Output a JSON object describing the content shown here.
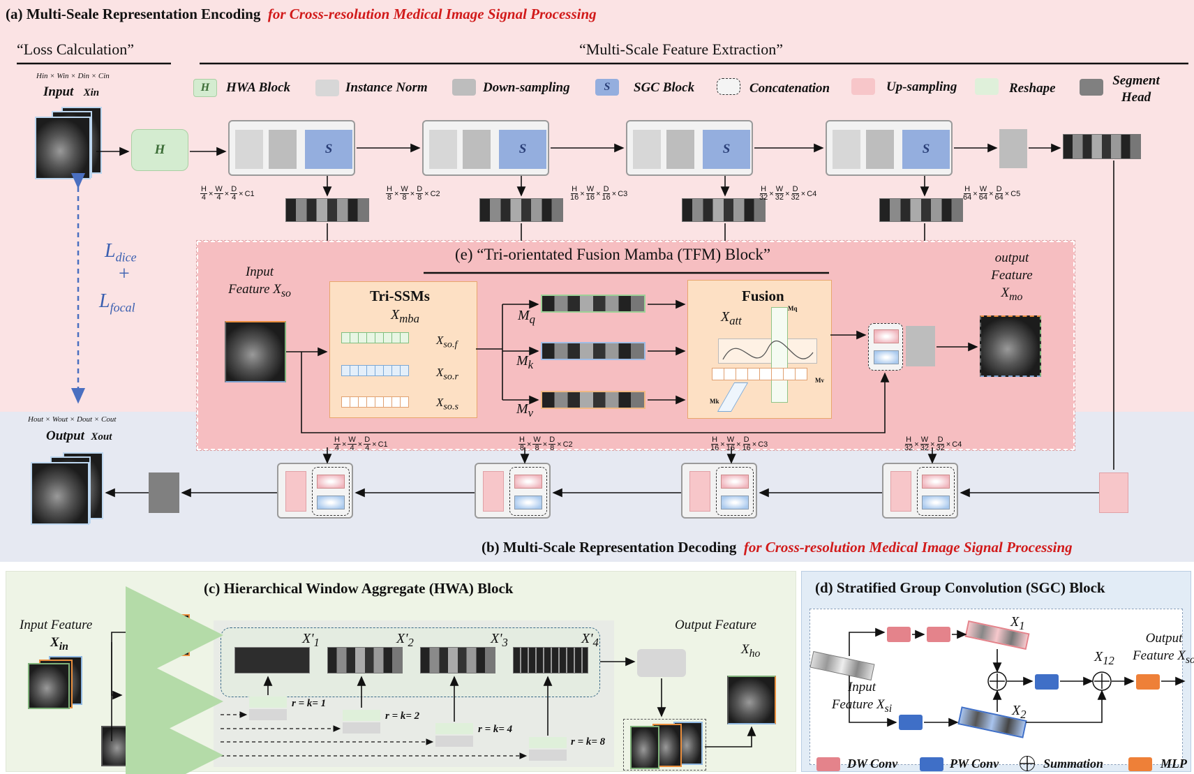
{
  "panel_a": {
    "title": "(a) Multi-Seale Representation Encoding",
    "subtitle": "for Cross-resolution Medical Image Signal Processing"
  },
  "loss": {
    "header": "“Loss Calculation”",
    "l_dice": "L",
    "l_dice_sub": "dice",
    "plus": "+",
    "l_focal": "L",
    "l_focal_sub": "focal"
  },
  "feature_extraction": {
    "header": "“Multi-Scale Feature Extraction”"
  },
  "input": {
    "dims": "Hin × Win × Din × Cin",
    "label": "Input",
    "symbol": "Xin"
  },
  "output": {
    "dims": "Hout × Wout × Dout × Cout",
    "label": "Output",
    "symbol": "Xout"
  },
  "legend": [
    {
      "key": "hwa",
      "glyph": "H",
      "label": "HWA Block"
    },
    {
      "key": "instance_norm",
      "label": "Instance Norm"
    },
    {
      "key": "down",
      "label": "Down-sampling"
    },
    {
      "key": "sgc",
      "glyph": "S",
      "label": "SGC Block"
    },
    {
      "key": "concat",
      "label": "Concatenation"
    },
    {
      "key": "up",
      "label": "Up-sampling"
    },
    {
      "key": "reshape",
      "label": "Reshape"
    },
    {
      "key": "seghead",
      "label": "Segment Head"
    }
  ],
  "hwa_glyph": "H",
  "sgc_glyph": "S",
  "encoder_scales": [
    {
      "num_h": "H",
      "den_h": "4",
      "num_w": "W",
      "den_w": "4",
      "num_d": "D",
      "den_d": "4",
      "c": "C1"
    },
    {
      "num_h": "H",
      "den_h": "8",
      "num_w": "W",
      "den_w": "8",
      "num_d": "D",
      "den_d": "8",
      "c": "C2"
    },
    {
      "num_h": "H",
      "den_h": "16",
      "num_w": "W",
      "den_w": "16",
      "num_d": "D",
      "den_d": "16",
      "c": "C3"
    },
    {
      "num_h": "H",
      "den_h": "32",
      "num_w": "W",
      "den_w": "32",
      "num_d": "D",
      "den_d": "32",
      "c": "C4"
    },
    {
      "num_h": "H",
      "den_h": "64",
      "num_w": "W",
      "den_w": "64",
      "num_d": "D",
      "den_d": "64",
      "c": "C5"
    }
  ],
  "tfm": {
    "title": "(e) “Tri-orientated Fusion Mamba (TFM) Block”",
    "input_label_1": "Input",
    "input_label_2": "Feature X",
    "input_label_sub": "so",
    "tri_ssms": "Tri-SSMs",
    "xmba": "X",
    "xmba_sub": "mba",
    "xsof": "X",
    "xsof_sub": "so.f",
    "xsor": "X",
    "xsor_sub": "so.r",
    "xsos": "X",
    "xsos_sub": "so.s",
    "mq": "M",
    "mq_sub": "q",
    "mk": "M",
    "mk_sub": "k",
    "mv": "M",
    "mv_sub": "v",
    "fusion": "Fusion",
    "xatt": "X",
    "xatt_sub": "att",
    "axis_mq": "Mq",
    "axis_mv": "Mv",
    "axis_mk": "Mk",
    "output_1": "output",
    "output_2": "Feature",
    "output_3": "X",
    "output_sub": "mo"
  },
  "panel_b": {
    "title": "(b) Multi-Scale Representation Decoding",
    "subtitle": "for Cross-resolution Medical Image Signal Processing"
  },
  "decoder_scales": [
    {
      "num_h": "H",
      "den_h": "4",
      "num_w": "W",
      "den_w": "4",
      "num_d": "D",
      "den_d": "4",
      "c": "C1"
    },
    {
      "num_h": "H",
      "den_h": "8",
      "num_w": "W",
      "den_w": "8",
      "num_d": "D",
      "den_d": "8",
      "c": "C2"
    },
    {
      "num_h": "H",
      "den_h": "16",
      "num_w": "W",
      "den_w": "16",
      "num_d": "D",
      "den_d": "16",
      "c": "C3"
    },
    {
      "num_h": "H",
      "den_h": "32",
      "num_w": "W",
      "den_w": "32",
      "num_d": "D",
      "den_d": "32",
      "c": "C4"
    }
  ],
  "panel_c": {
    "title": "(c) Hierarchical Window Aggregate (HWA) Block",
    "input_1": "Input Feature",
    "input_2": "X",
    "input_sub": "in",
    "output_1": "Output Feature",
    "output_2": "X",
    "output_sub": "ho",
    "windows": [
      {
        "label": "X'",
        "sub": "1",
        "rk": "r = k= 1"
      },
      {
        "label": "X'",
        "sub": "2",
        "rk": "r = k= 2"
      },
      {
        "label": "X'",
        "sub": "3",
        "rk": "r = k= 4"
      },
      {
        "label": "X'",
        "sub": "4",
        "rk": "r = k= 8"
      }
    ]
  },
  "panel_d": {
    "title": "(d) Stratified Group Convolution (SGC) Block",
    "input_1": "Input",
    "input_2": "Feature X",
    "input_sub": "si",
    "x1": "X",
    "x1_sub": "1",
    "x2": "X",
    "x2_sub": "2",
    "x12": "X",
    "x12_sub": "12",
    "output_1": "Output",
    "output_2": "Feature X",
    "output_sub": "so",
    "legend": [
      {
        "key": "dwconv",
        "label": "DW Conv"
      },
      {
        "key": "pwconv",
        "label": "PW Conv"
      },
      {
        "key": "sum",
        "label": "Summation"
      },
      {
        "key": "mlp",
        "label": "MLP"
      }
    ]
  },
  "colors": {
    "encoder_bg": "#fbe3e4",
    "decoder_bg": "#e6e9f2",
    "hwa_bg": "#eef4e6",
    "sgc_bg": "#e2ecf6",
    "tfm_bg": "#f6bec1",
    "accent_red": "#d11a1a",
    "loss_blue": "#3a5fb0",
    "sgc_block": "#94aede",
    "dw_conv": "#e4838b",
    "pw_conv": "#3f6fc7",
    "mlp": "#ee8038"
  }
}
